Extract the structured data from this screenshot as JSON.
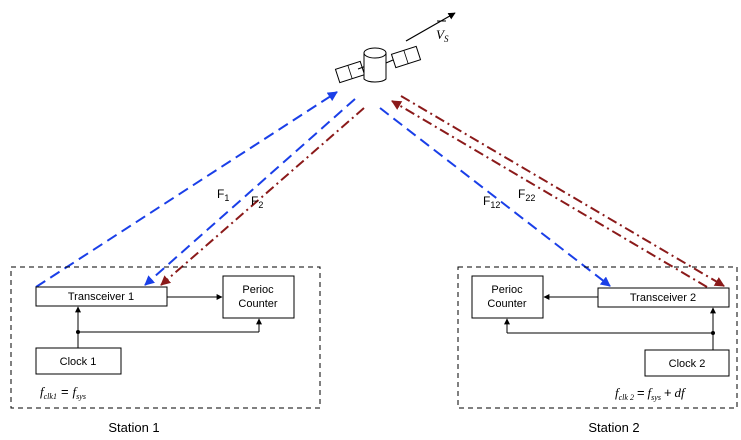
{
  "satellite": {
    "velocity_symbol": "V",
    "velocity_subscript": "S"
  },
  "links": {
    "f1_main": "F",
    "f1_sub": "1",
    "f2_main": "F",
    "f2_sub": "2",
    "f12_main": "F",
    "f12_sub": "12",
    "f22_main": "F",
    "f22_sub": "22"
  },
  "station1": {
    "title": "Station 1",
    "transceiver": "Transceiver 1",
    "counter_line1": "Perioc",
    "counter_line2": "Counter",
    "clock": "Clock 1",
    "formula_lhs": "f",
    "formula_lhs_sub": "clk1",
    "formula_eq": "=",
    "formula_rhs": "f",
    "formula_rhs_sub": "sys"
  },
  "station2": {
    "title": "Station 2",
    "transceiver": "Transceiver 2",
    "counter_line1": "Perioc",
    "counter_line2": "Counter",
    "clock": "Clock 2",
    "formula_lhs": "f",
    "formula_lhs_sub": "clk 2",
    "formula_eq": "=",
    "formula_rhs": "f",
    "formula_rhs_sub": "sys",
    "formula_plus": "+",
    "formula_df": "df"
  },
  "colors": {
    "blue_link": "#1a3fe8",
    "red_link": "#8b1a1a",
    "outline": "#000000"
  }
}
